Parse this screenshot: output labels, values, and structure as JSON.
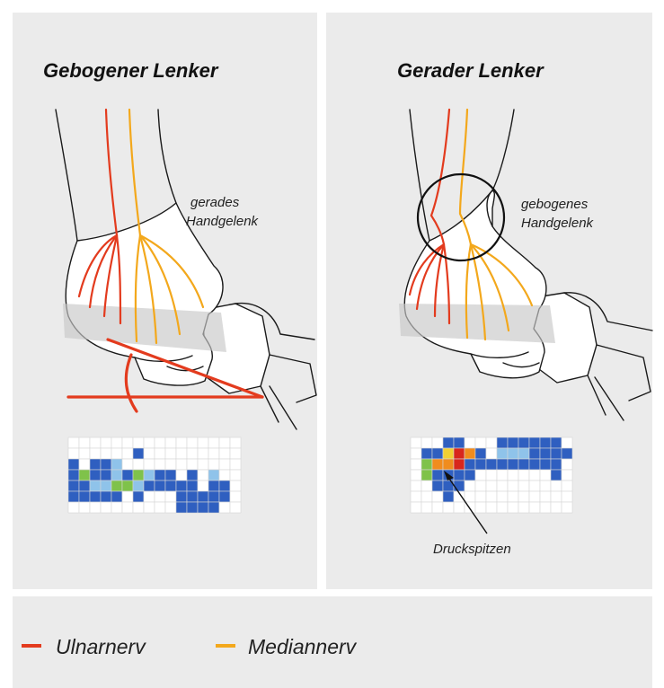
{
  "colors": {
    "ulnar": "#e33b1e",
    "median": "#f3a81c",
    "panel": "#ebebeb",
    "heat_blue": "#2f5fc0",
    "heat_lightblue": "#8fc3ea",
    "heat_green": "#7fc24a",
    "heat_yellow": "#f2d033",
    "heat_orange": "#f08c1e",
    "heat_red": "#d8271c"
  },
  "left_panel": {
    "title": "Gebogener Lenker",
    "wrist_note_line1": "gerades",
    "wrist_note_line2": "Handgelenk"
  },
  "right_panel": {
    "title": "Gerader Lenker",
    "wrist_note_line1": "gebogenes",
    "wrist_note_line2": "Handgelenk",
    "pressure_label": "Druckspitzen"
  },
  "legend": {
    "ulnar_label": "Ulnarnerv",
    "median_label": "Mediannerv"
  },
  "heatmaps": {
    "left": {
      "rows": 7,
      "cols": 16,
      "cells": [
        "................",
        "......b.........",
        "b.bbl...........",
        "bgbblbglbb.b.l..",
        "bbllgglbbbbb.bb.",
        "bbbbb.b...bbbbb.",
        "..........bbbb.."
      ]
    },
    "right": {
      "rows": 7,
      "cols": 15,
      "cells": [
        "...bb...bbbbbb.",
        ".bbyrob.lllbbbb",
        ".goorbbbbbbbbb.",
        ".gbbbb.......b.",
        "..bbb..........",
        "...b...........",
        "..............."
      ]
    }
  }
}
